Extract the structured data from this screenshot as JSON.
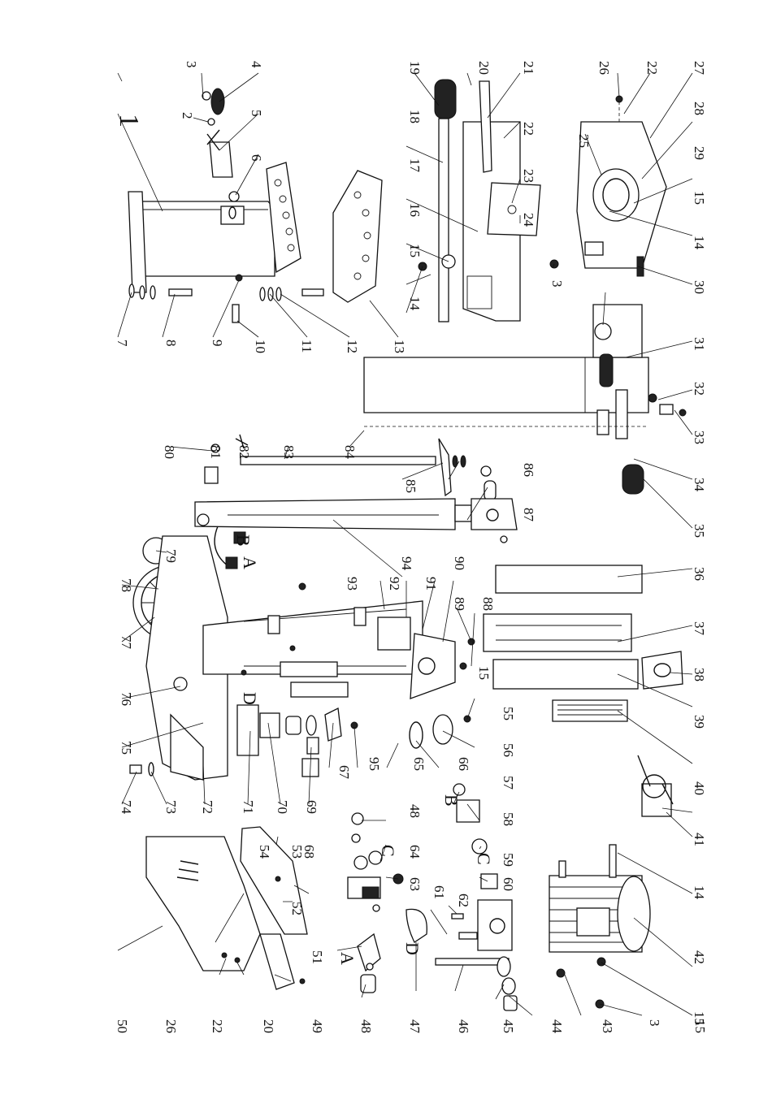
{
  "figure_label": "1",
  "letter_labels": {
    "A_top": "A",
    "B_top": "B",
    "D_mid": "D",
    "B_right": "B",
    "C_right": "C",
    "C_mid": "C",
    "A_bottom": "A",
    "D_bottom": "D"
  },
  "labels_left": {
    "l3": "3",
    "l4": "4",
    "l2": "2",
    "l5": "5",
    "l6": "6",
    "l7": "7",
    "l8": "8",
    "l9": "9",
    "l10": "10",
    "l11": "11",
    "l12": "12",
    "l13": "13",
    "l80": "80",
    "l81": "81",
    "l82": "82",
    "l83": "83",
    "l84": "84",
    "l79": "79",
    "l78": "78",
    "l77": "77",
    "l76": "76",
    "l75": "75",
    "l74": "74",
    "l73": "73",
    "l72": "72",
    "l71": "71",
    "l70": "70",
    "l69": "69",
    "l68": "68",
    "l50": "50",
    "l26": "26",
    "l22": "22",
    "l20": "20",
    "l49": "49",
    "l48b": "48",
    "l47": "47",
    "l46": "46",
    "l45": "45",
    "l44": "44",
    "l43": "43",
    "l3b": "3",
    "l15b": "15"
  },
  "labels_right": {
    "r19": "19",
    "r20": "20",
    "r21": "21",
    "r18": "18",
    "r22": "22",
    "r17": "17",
    "r23": "23",
    "r16": "16",
    "r24": "24",
    "r15": "15",
    "r14": "14",
    "r26": "26",
    "r22b": "22",
    "r27": "27",
    "r28": "28",
    "r25": "25",
    "r29": "29",
    "r15b": "15",
    "r3": "3",
    "r14b": "14",
    "r30": "30",
    "r31": "31",
    "r32": "32",
    "r33": "33",
    "r34": "34",
    "r35": "35",
    "r85": "85",
    "r86": "86",
    "r87": "87",
    "r94": "94",
    "r93": "93",
    "r92": "92",
    "r91": "91",
    "r90": "90",
    "r89": "89",
    "r88": "88",
    "r36": "36",
    "r37": "37",
    "r38": "38",
    "r39": "39",
    "r15c": "15",
    "r55": "55",
    "r56": "56",
    "r66": "66",
    "r65": "65",
    "r95": "95",
    "r67": "67",
    "r57": "57",
    "r48": "48",
    "r64": "64",
    "r58": "58",
    "r59": "59",
    "r63": "63",
    "r60": "60",
    "r61": "61",
    "r62": "62",
    "r53": "53",
    "r54": "54",
    "r52": "52",
    "r51": "51",
    "r40": "40",
    "r41": "41",
    "r14c": "14",
    "r42": "42",
    "r15d": "15"
  }
}
